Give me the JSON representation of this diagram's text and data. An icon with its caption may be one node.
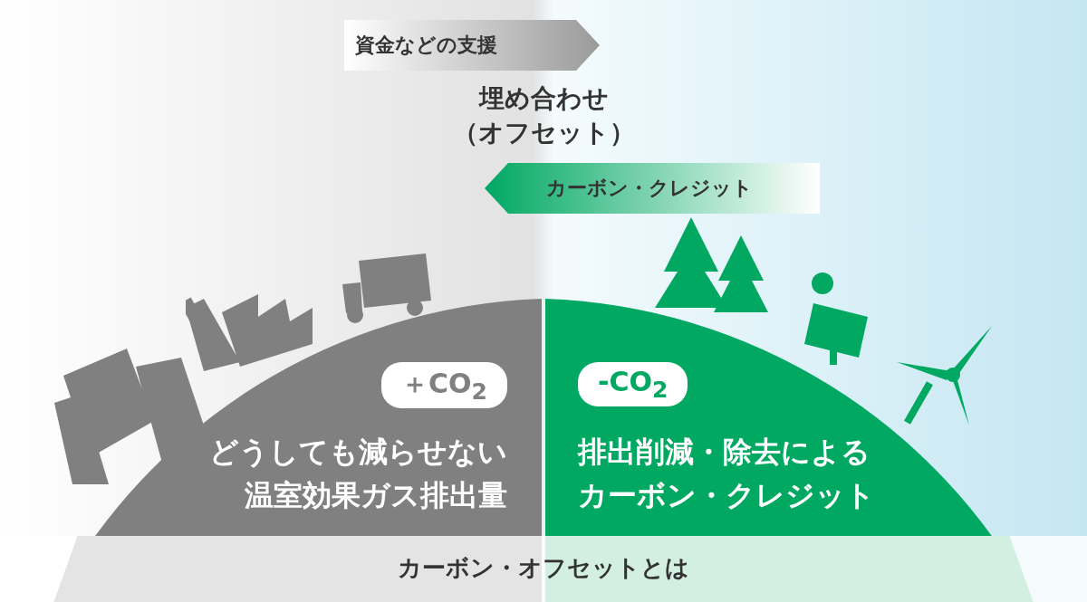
{
  "diagram": {
    "caption": "カーボン・オフセットとは",
    "nodes": [
      {
        "text": [
          "＋CO$_{2}$",
          "どうしても減らせない温室効果ガス排出量"
        ]
      },
      {
        "text": [
          "-CO$_{2}$",
          "排出削減・除去によるカーボン・クレジット"
        ]
      },
      {
        "text": [
          "資金などの支援"
        ]
      },
      {
        "text": [
          "カーボン・クレジット"
        ]
      }
    ],
    "labels": [
      "埋め合わせ（オフセット）"
    ]
  }
}
